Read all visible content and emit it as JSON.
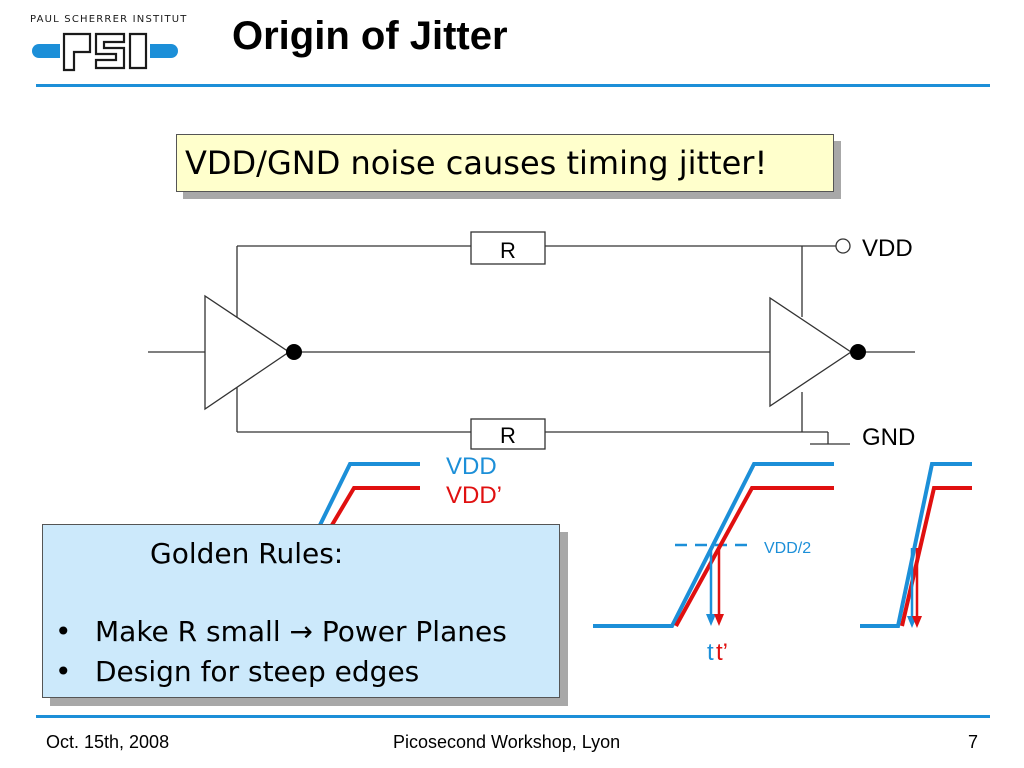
{
  "logo": {
    "institute": "PAUL SCHERRER INSTITUT",
    "mark": "PSI",
    "colors": {
      "blue": "#1c8fd8",
      "outline": "#1a1a1a"
    }
  },
  "slide": {
    "title": "Origin of Jitter"
  },
  "callout": {
    "text": "VDD/GND noise causes timing jitter!"
  },
  "circuit": {
    "resistor_top_label": "R",
    "resistor_bottom_label": "R",
    "vdd_label": "VDD",
    "gnd_label": "GND"
  },
  "waveforms": {
    "vdd_label": "VDD",
    "vdd_prime_label": "VDD’",
    "threshold_label": "VDD/2",
    "t_label": "t",
    "t_prime_label": "t’",
    "colors": {
      "vdd": "#1c8fd8",
      "vdd_prime": "#e01010"
    }
  },
  "golden_rules": {
    "title": "Golden Rules:",
    "bullet": "•",
    "items": [
      "Make R small → Power Planes",
      "Design for steep edges"
    ]
  },
  "footer": {
    "date": "Oct. 15th, 2008",
    "event": "Picosecond Workshop, Lyon",
    "page": "7"
  }
}
